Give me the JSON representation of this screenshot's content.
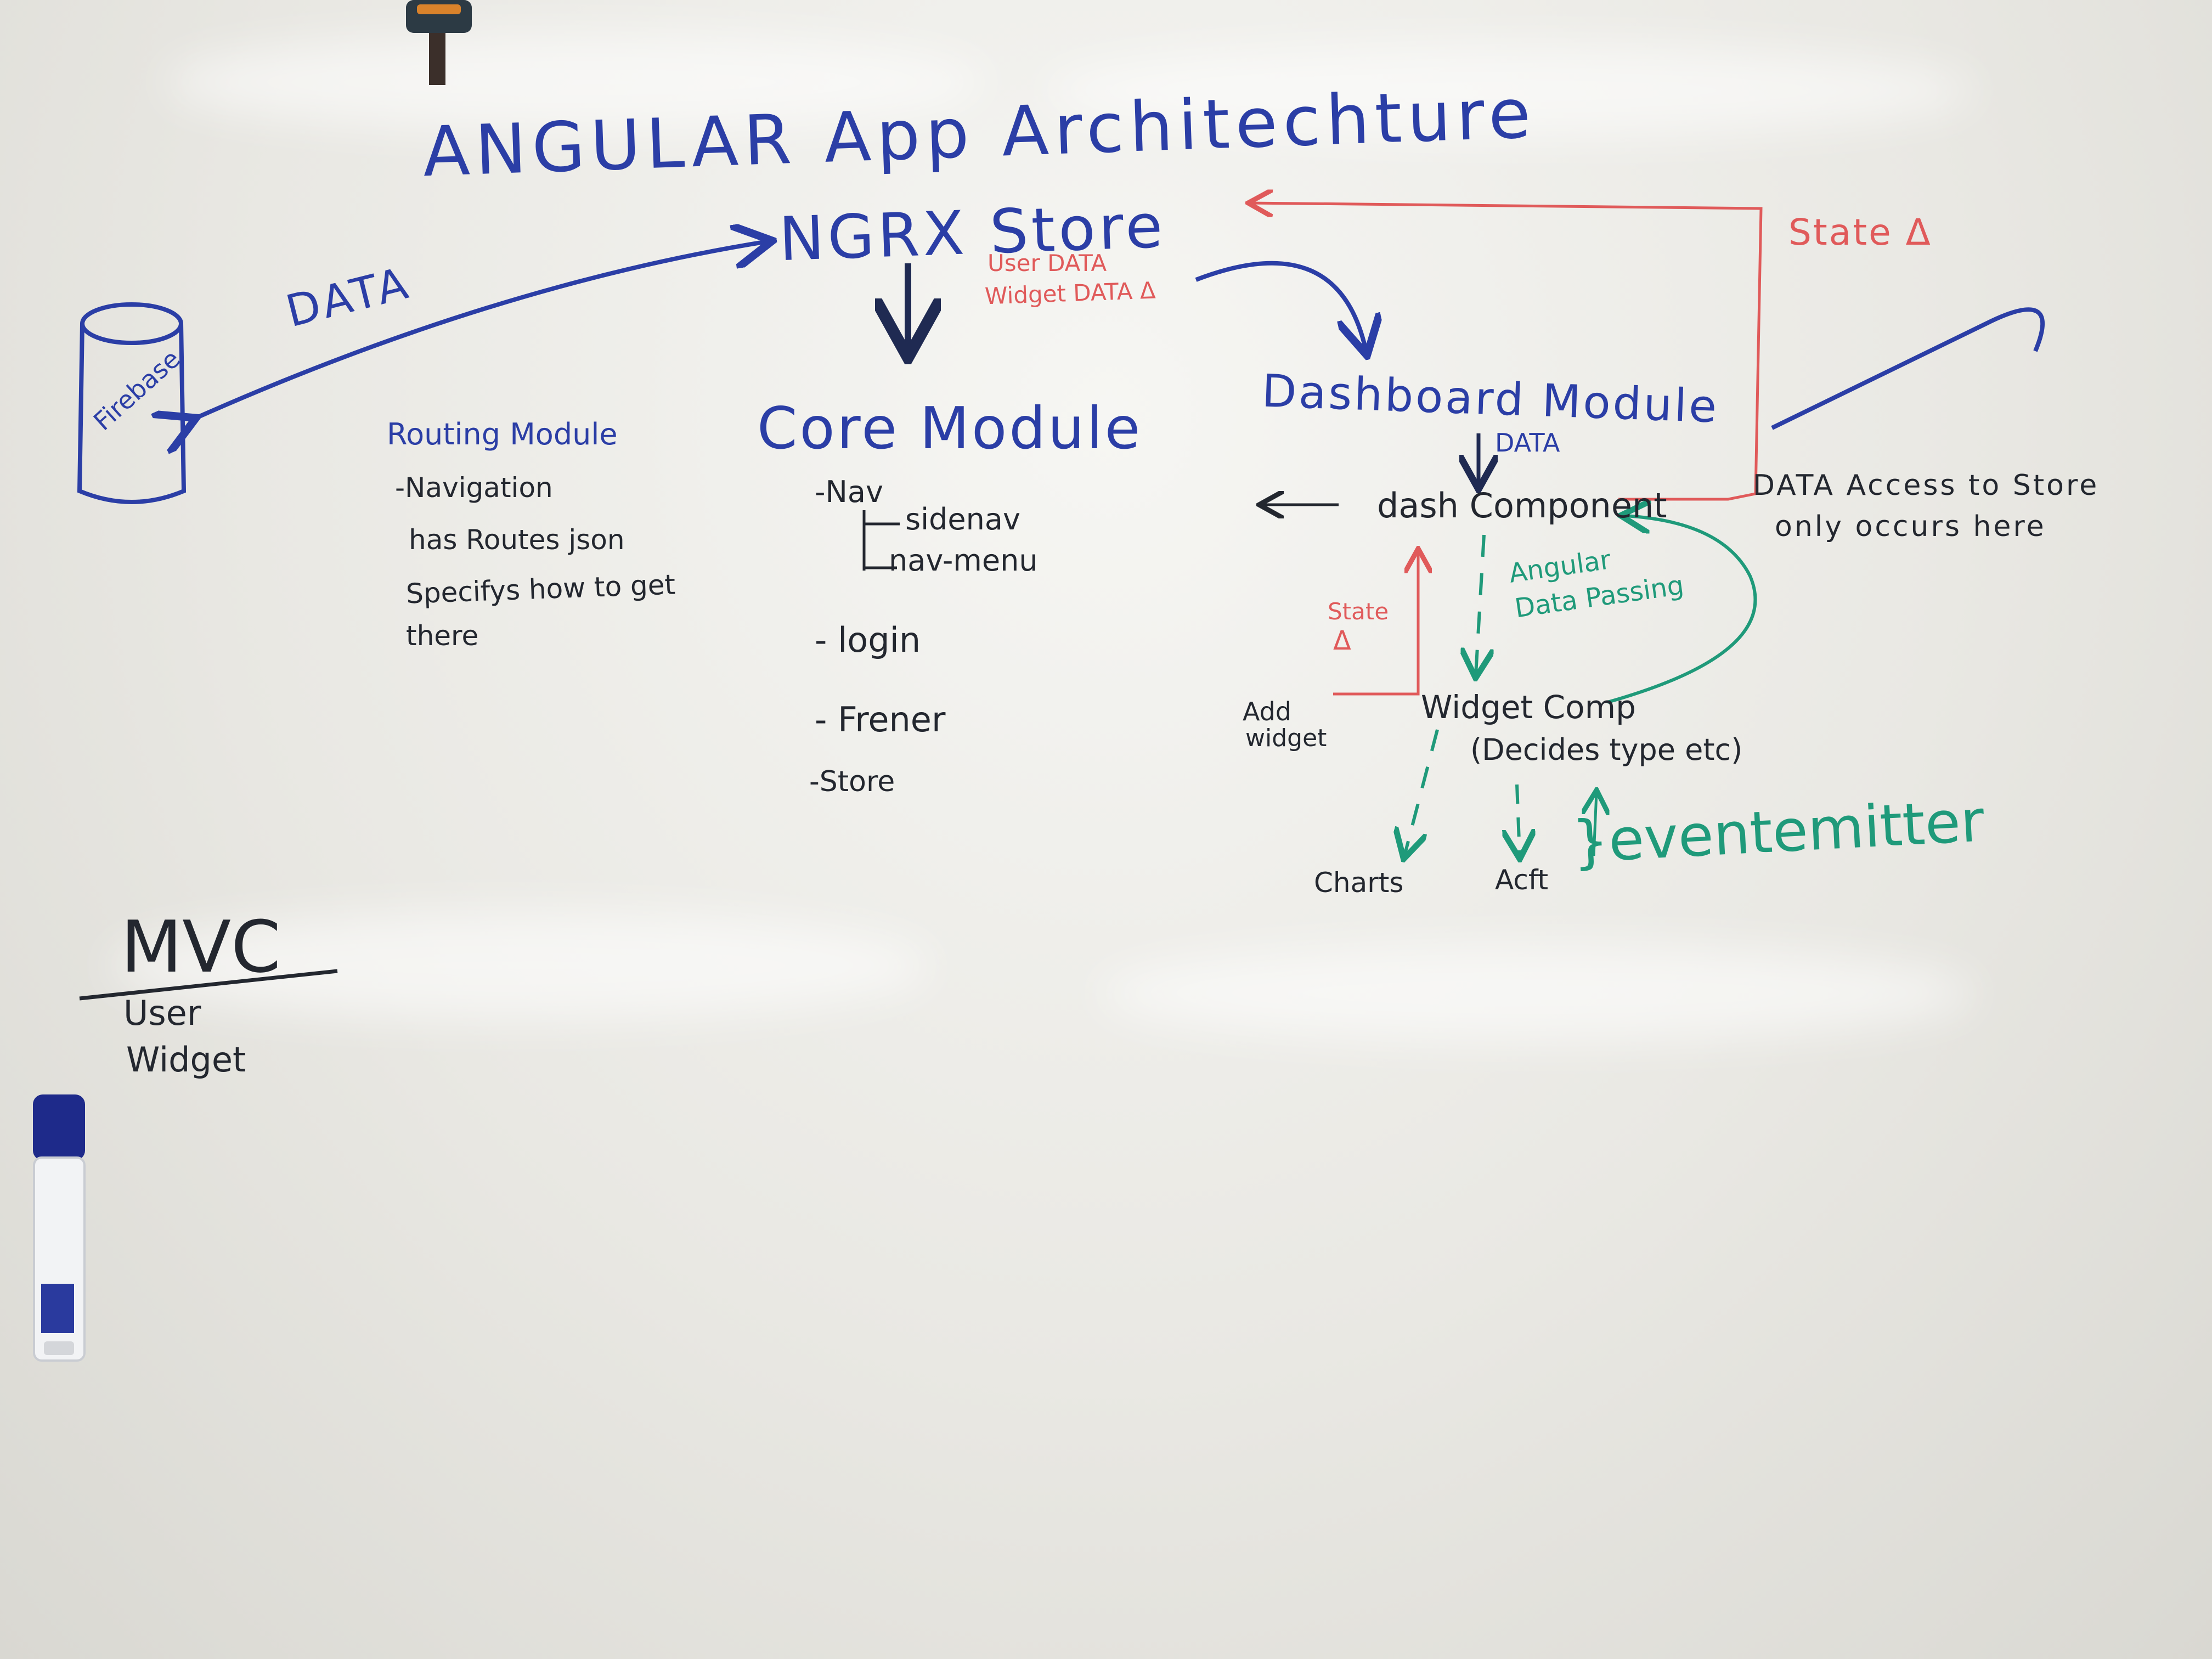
{
  "title": "ANGULAR App Architechture",
  "colors": {
    "blue": "#2b3ea6",
    "navy": "#1f2a52",
    "black": "#23272f",
    "red": "#e05a5a",
    "green": "#1f9a7a"
  },
  "store": {
    "label": "NGRX Store",
    "user_data": "User DATA",
    "widget_data": "Widget DATA Δ"
  },
  "firebase": {
    "label": "Firebase",
    "data_arrow_label": "DATA"
  },
  "routing_module": {
    "title": "Routing Module",
    "lines": [
      "-Navigation",
      "has Routes json",
      "Specifys how to get",
      "there"
    ]
  },
  "core_module": {
    "title": "Core Module",
    "items": [
      "-Nav",
      "sidenav",
      "nav-menu",
      "- login",
      "- Frener",
      "-Store"
    ]
  },
  "dashboard_module": {
    "title": "Dashboard Module",
    "data_label": "DATA",
    "dash_component": "dash Component",
    "angular_data_passing": [
      "Angular",
      "Data Passing"
    ],
    "state_delta": [
      "State",
      "Δ"
    ],
    "add_widget": [
      "Add",
      "widget"
    ],
    "widget_comp": "Widget Comp",
    "widget_comp_note": "(Decides type etc)",
    "children": [
      "Charts",
      "Acft"
    ],
    "event_emitter": "}eventemitter"
  },
  "state_delta_top": "State Δ",
  "store_access_note": [
    "DATA Access to Store",
    "only occurs here"
  ],
  "mvc": {
    "title": "MVC",
    "items": [
      "User",
      "Widget"
    ]
  }
}
